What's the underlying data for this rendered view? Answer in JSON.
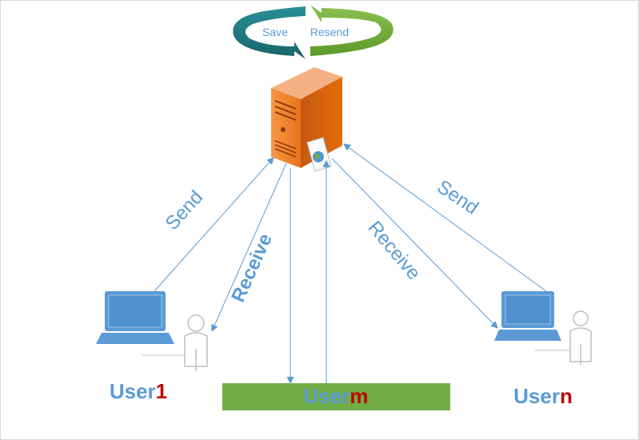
{
  "cycle": {
    "save_label": "Save",
    "resend_label": "Resend",
    "teal_color": "#1f7a80",
    "green_color": "#6fa63c"
  },
  "edges": {
    "send_left": "Send",
    "receive_left": "Receive",
    "receive_right": "Receive",
    "send_right": "Send",
    "line_color": "#5b9bd5"
  },
  "users": {
    "user1": {
      "name": "User",
      "suffix": "1"
    },
    "userm": {
      "name": "User",
      "suffix": "m"
    },
    "usern": {
      "name": "User",
      "suffix": "n"
    }
  },
  "colors": {
    "label_blue": "#5b9bd5",
    "suffix_red": "#c00000",
    "bar_green": "#70ad47",
    "server_orange": "#e36c09"
  },
  "icons": [
    "cycle-arrows-icon",
    "server-icon",
    "document-globe-icon",
    "laptop-icon",
    "person-icon"
  ]
}
